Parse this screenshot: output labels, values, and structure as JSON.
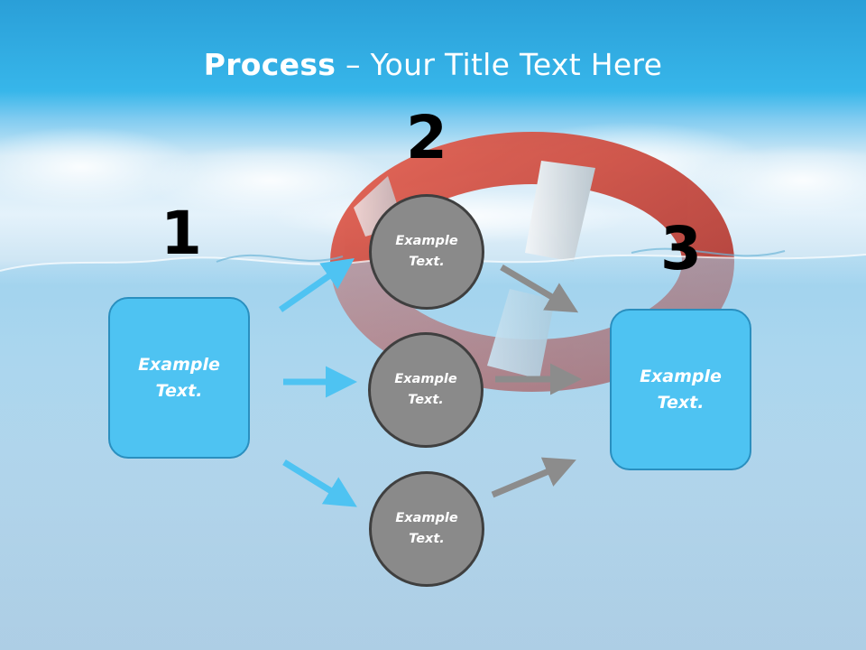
{
  "title": {
    "bold": "Process",
    "rest": " – Your Title Text Here"
  },
  "steps": {
    "one": "1",
    "two": "2",
    "three": "3"
  },
  "left_box": {
    "label": "Example Text."
  },
  "right_box": {
    "label": "Example Text."
  },
  "circles": [
    {
      "label": "Example Text."
    },
    {
      "label": "Example Text."
    },
    {
      "label": "Example Text."
    }
  ],
  "colors": {
    "box_fill": "#4ec3f2",
    "circle_fill": "#8a8a8a",
    "blue_arrow": "#4ec3f2",
    "gray_arrow": "#8c8c8c"
  }
}
